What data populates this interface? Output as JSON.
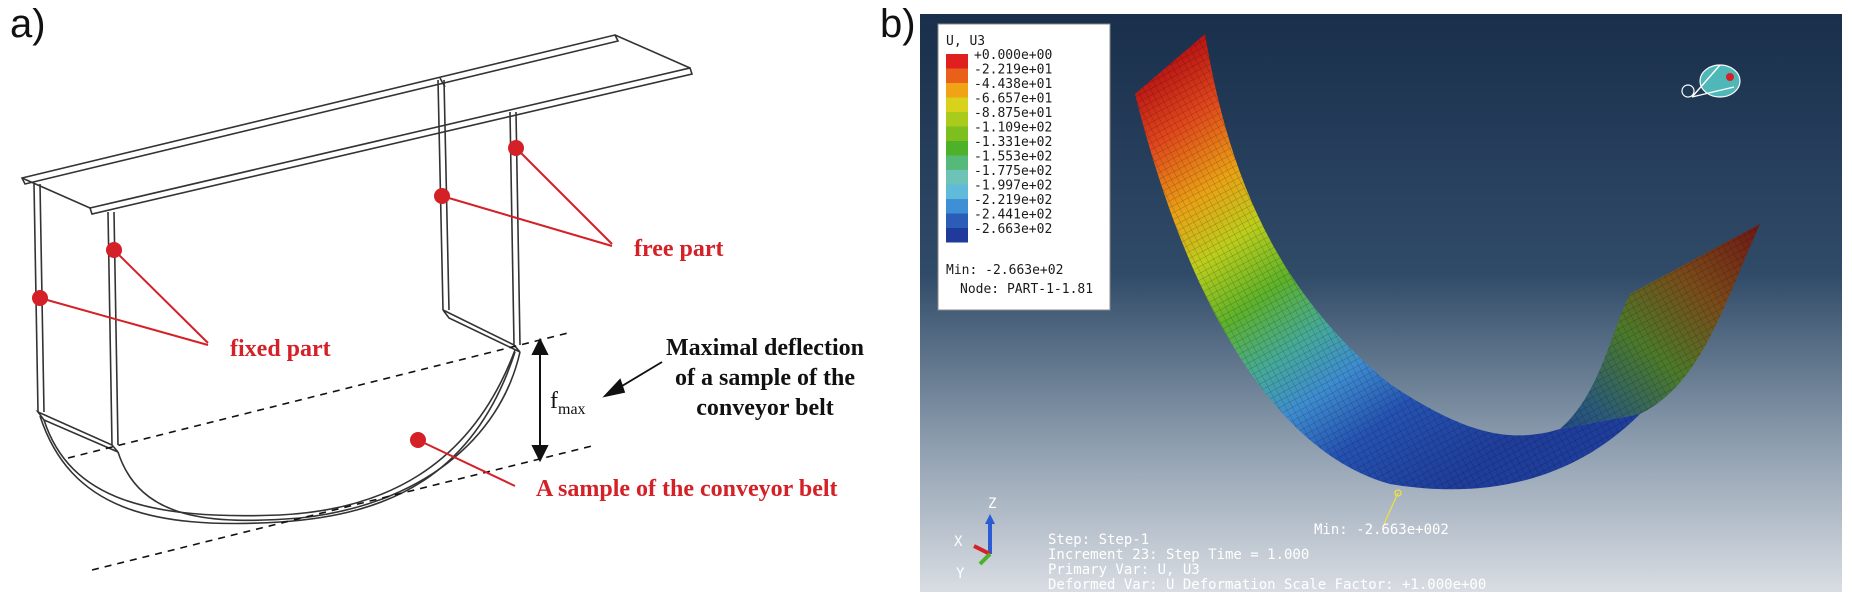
{
  "panel_a": {
    "label": "a)",
    "free_part": "free part",
    "fixed_part": "fixed part",
    "max_deflection_lines": [
      "Maximal deflection",
      "of a sample of the",
      "conveyor belt"
    ],
    "fmax_main": "f",
    "fmax_sub": "max",
    "sample_label": "A sample of the conveyor belt",
    "accent_color": "#d42027"
  },
  "panel_b": {
    "label": "b)",
    "legend": {
      "title": "U, U3",
      "values": [
        "+0.000e+00",
        "-2.219e+01",
        "-4.438e+01",
        "-6.657e+01",
        "-8.875e+01",
        "-1.109e+02",
        "-1.331e+02",
        "-1.553e+02",
        "-1.775e+02",
        "-1.997e+02",
        "-2.219e+02",
        "-2.441e+02",
        "-2.663e+02"
      ],
      "colors": [
        "#e01f1f",
        "#e8601a",
        "#f0a314",
        "#d9d21c",
        "#a9cb1c",
        "#7cbf1f",
        "#4fb02a",
        "#55b97a",
        "#6cc3b6",
        "#5fbbd9",
        "#3e8fd6",
        "#2b5cb8",
        "#1f3a9a"
      ],
      "min_text": "Min: -2.663e+02",
      "node_text": "Node: PART-1-1.81"
    },
    "min_marker": "Min: -2.663e+002",
    "axes": {
      "z": "Z",
      "x": "X",
      "y": "Y"
    },
    "triad": {
      "z": "Z",
      "x": "X",
      "y": "Y"
    },
    "info": {
      "step": "Step: Step-1",
      "increment": "Increment     23: Step Time =     1.000",
      "primary": "Primary Var: U, U3",
      "deformed": "Deformed Var: U   Deformation Scale Factor: +1.000e+00"
    }
  }
}
